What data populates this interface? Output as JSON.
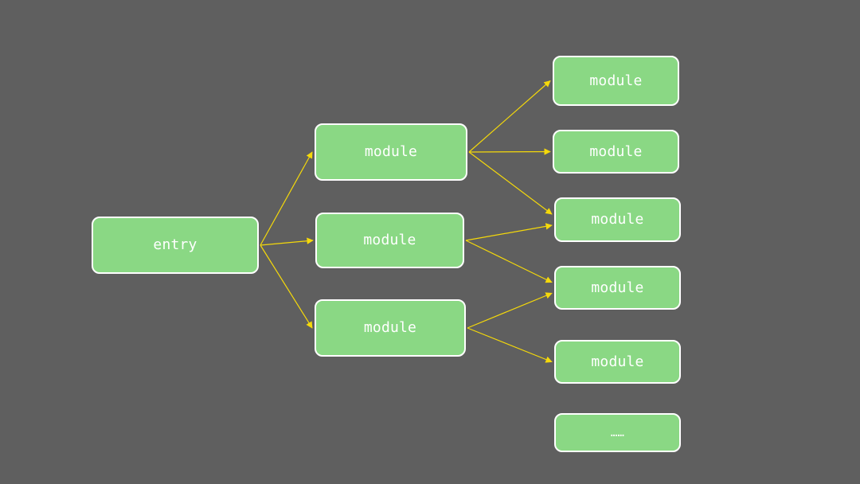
{
  "diagram": {
    "accent_edge_color": "#f5d90a",
    "node_fill_color": "#8ad884",
    "node_border_color": "#ffffff",
    "background_color": "#5f5f5f",
    "nodes": {
      "entry": {
        "label": "entry"
      },
      "level1": [
        {
          "label": "module"
        },
        {
          "label": "module"
        },
        {
          "label": "module"
        }
      ],
      "level2": [
        {
          "label": "module"
        },
        {
          "label": "module"
        },
        {
          "label": "module"
        },
        {
          "label": "module"
        },
        {
          "label": "module"
        },
        {
          "label": "……"
        }
      ]
    },
    "edges": [
      [
        "entry",
        "l1-0"
      ],
      [
        "entry",
        "l1-1"
      ],
      [
        "entry",
        "l1-2"
      ],
      [
        "l1-0",
        "l2-0"
      ],
      [
        "l1-0",
        "l2-1"
      ],
      [
        "l1-0",
        "l2-2"
      ],
      [
        "l1-1",
        "l2-2"
      ],
      [
        "l1-1",
        "l2-3"
      ],
      [
        "l1-2",
        "l2-3"
      ],
      [
        "l1-2",
        "l2-4"
      ]
    ]
  }
}
